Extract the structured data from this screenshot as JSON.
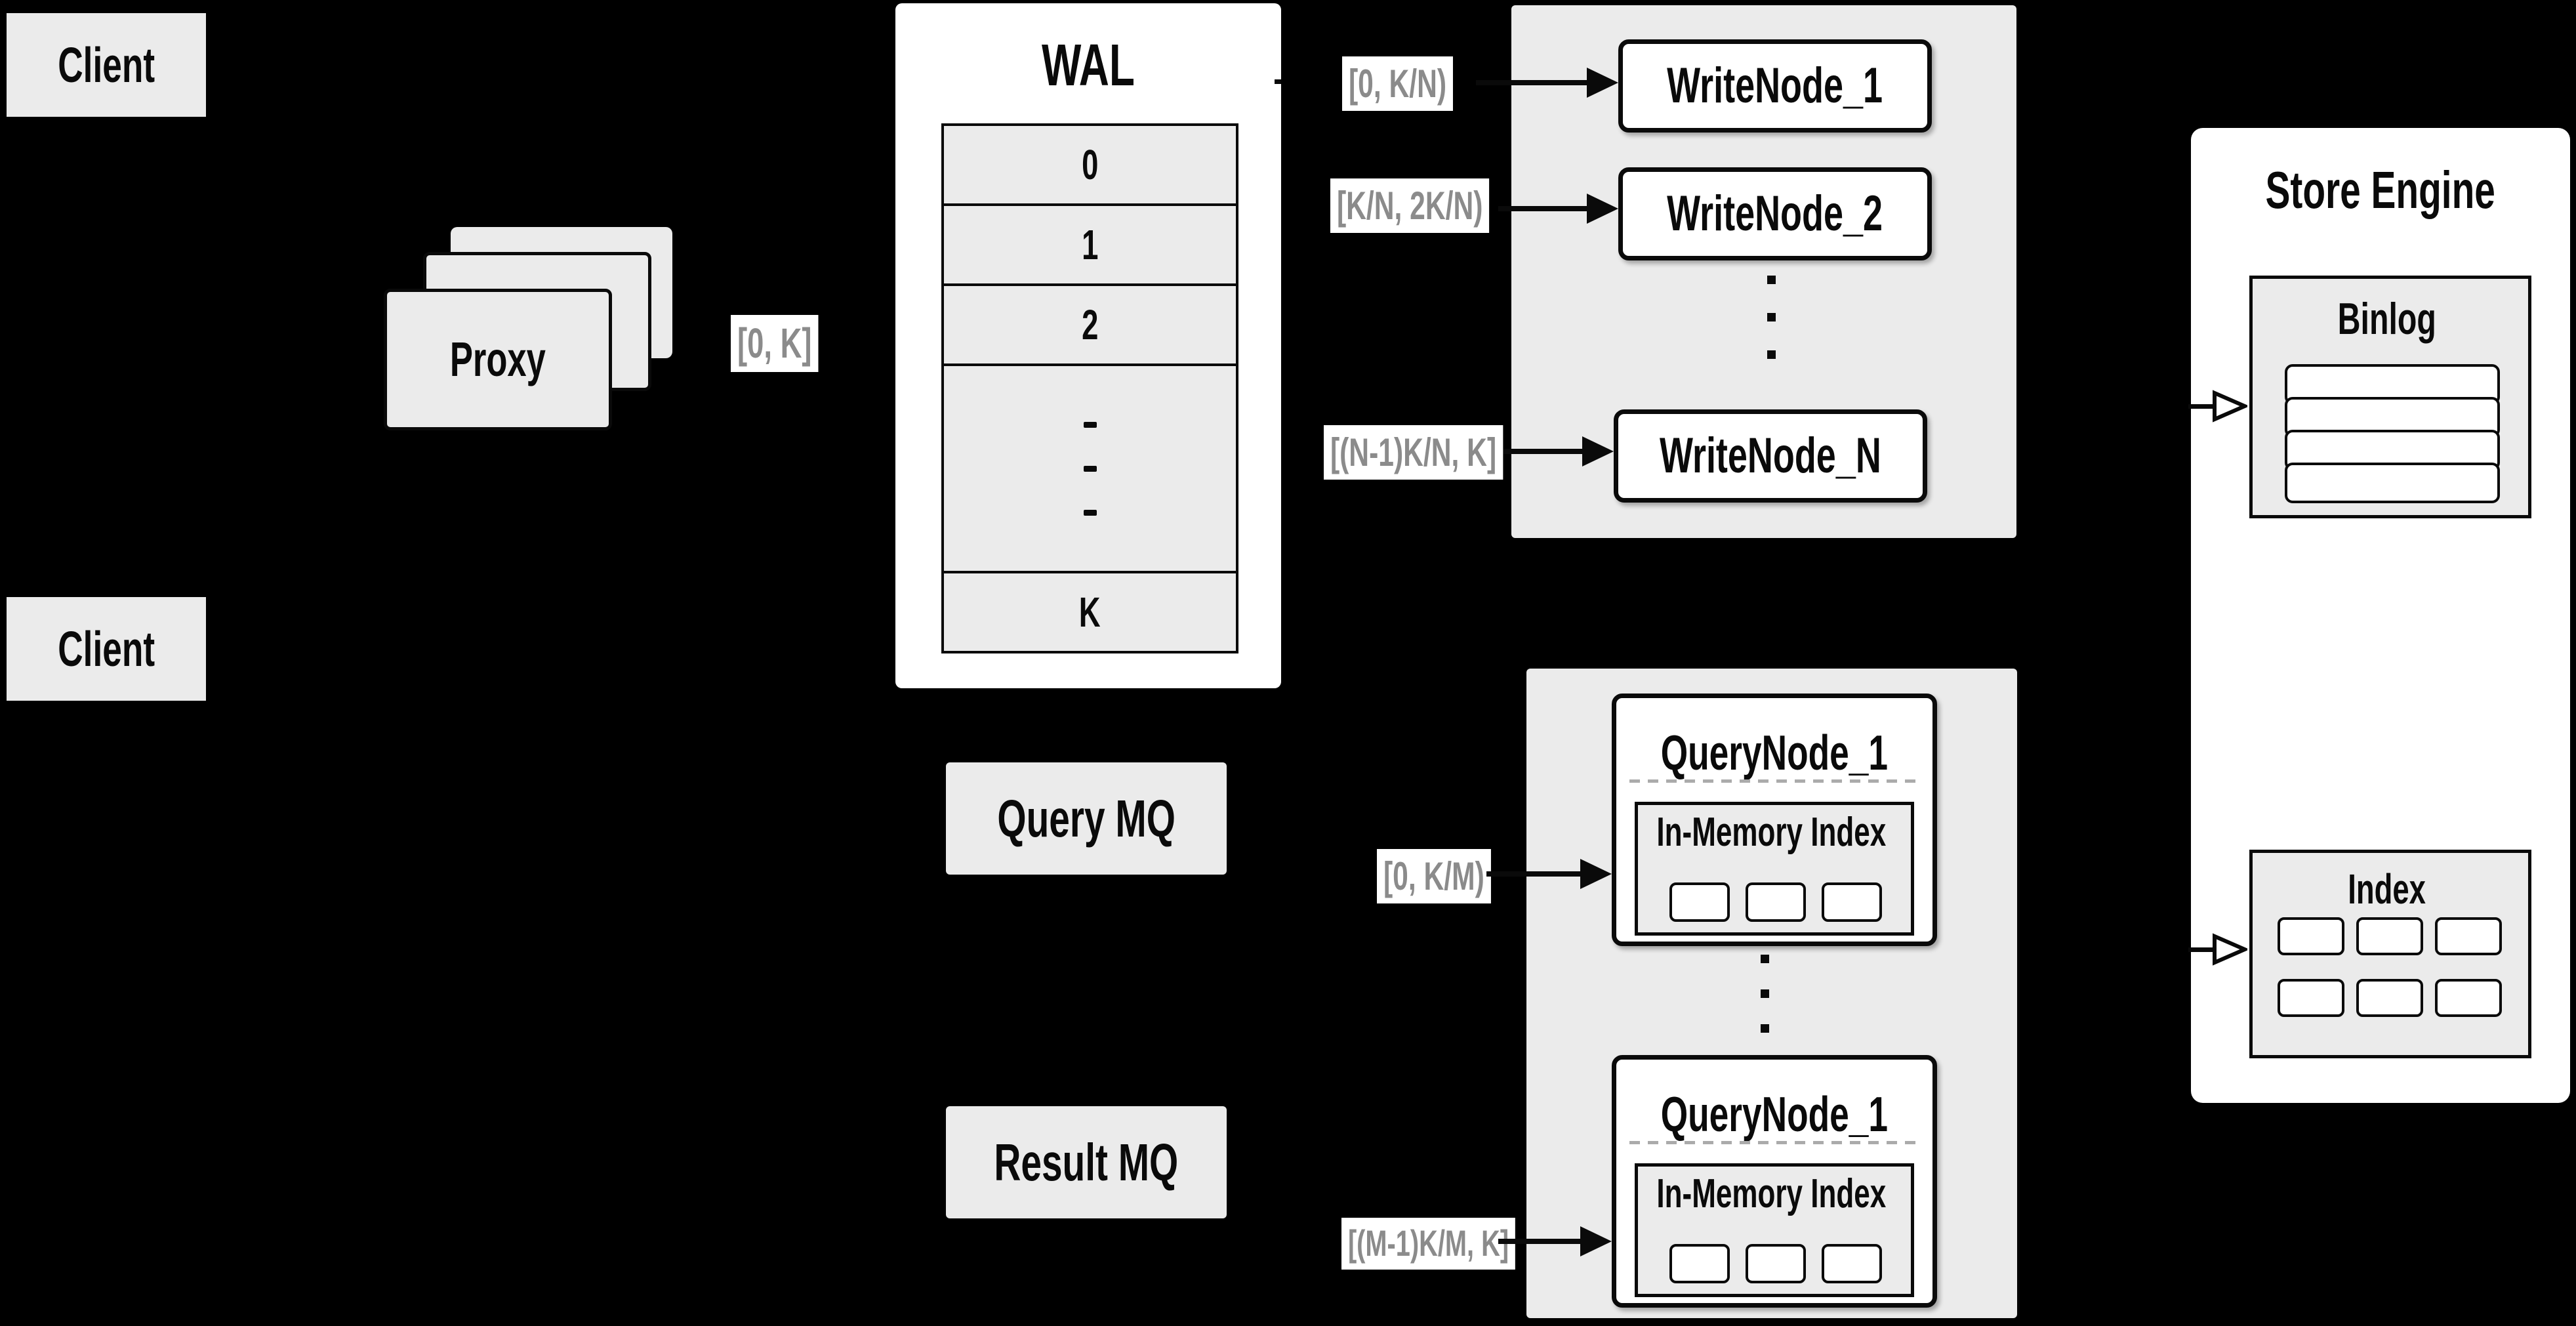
{
  "colors": {
    "background": "#000000",
    "panel_gray": "#ebebeb",
    "box_white": "#ffffff",
    "line_black": "#0a0a0a",
    "range_label_text": "#8b8b8b"
  },
  "clients": {
    "top": "Client",
    "bottom": "Client"
  },
  "proxy": {
    "title": "Proxy",
    "range": "[0, K]"
  },
  "wal": {
    "title": "WAL",
    "segments": [
      "0",
      "1",
      "2"
    ],
    "last_segment": "K"
  },
  "write_cluster": {
    "ranges": [
      "[0, K/N)",
      "[K/N, 2K/N)",
      "[(N-1)K/N, K]"
    ],
    "nodes": [
      "WriteNode_1",
      "WriteNode_2",
      "WriteNode_N"
    ]
  },
  "mq": {
    "query": "Query MQ",
    "result": "Result MQ"
  },
  "query_cluster": {
    "ranges": [
      "[0, K/M)",
      "[(M-1)K/M, K]"
    ],
    "nodes": [
      {
        "title": "QueryNode_1",
        "inner": "In-Memory Index"
      },
      {
        "title": "QueryNode_1",
        "inner": "In-Memory Index"
      }
    ]
  },
  "store_engine": {
    "title": "Store Engine",
    "binlog": "Binlog",
    "index": "Index"
  }
}
